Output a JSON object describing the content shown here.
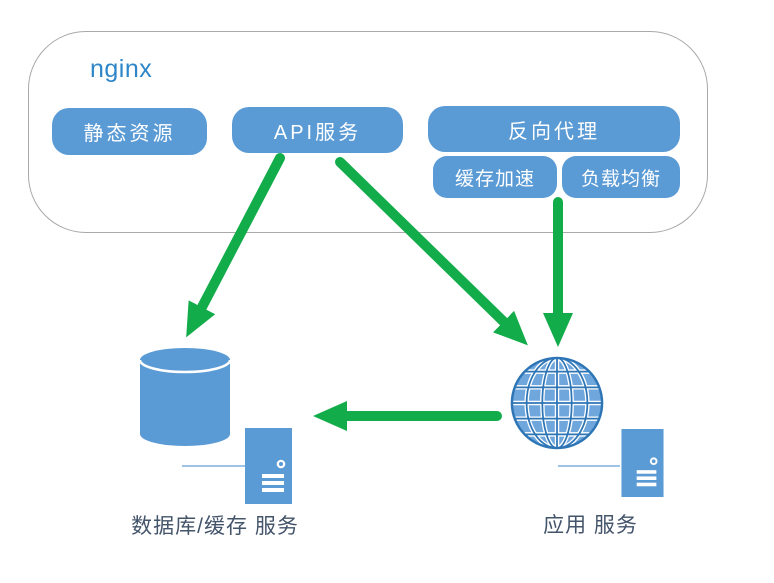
{
  "diagram": {
    "title": "nginx",
    "nginx_box": {
      "static_resources": "静态资源",
      "api_service": "API服务",
      "reverse_proxy": "反向代理",
      "cache_acceleration": "缓存加速",
      "load_balancing": "负载均衡"
    },
    "captions": {
      "database_service": "数据库/缓存 服务",
      "app_service": "应用 服务"
    },
    "edges": [
      {
        "from": "API服务",
        "to": "数据库/缓存 服务"
      },
      {
        "from": "API服务",
        "to": "应用 服务"
      },
      {
        "from": "负载均衡",
        "to": "应用 服务"
      },
      {
        "from": "应用 服务",
        "to": "数据库/缓存 服务"
      }
    ],
    "icons": {
      "database": "database-cylinder-icon",
      "app_server": "globe-icon",
      "server_towers": "server-tower-icon"
    },
    "colors": {
      "node_fill": "#5b9bd5",
      "node_text": "#ffffff",
      "title_blue": "#2e86c8",
      "container_border": "#a9a9a9",
      "arrow_green": "#12ac4a",
      "globe_fill": "#6fa7dd",
      "globe_line_blue": "#2e75b6",
      "caption_text": "#44546a",
      "connector_line": "#9dc3e6"
    }
  }
}
